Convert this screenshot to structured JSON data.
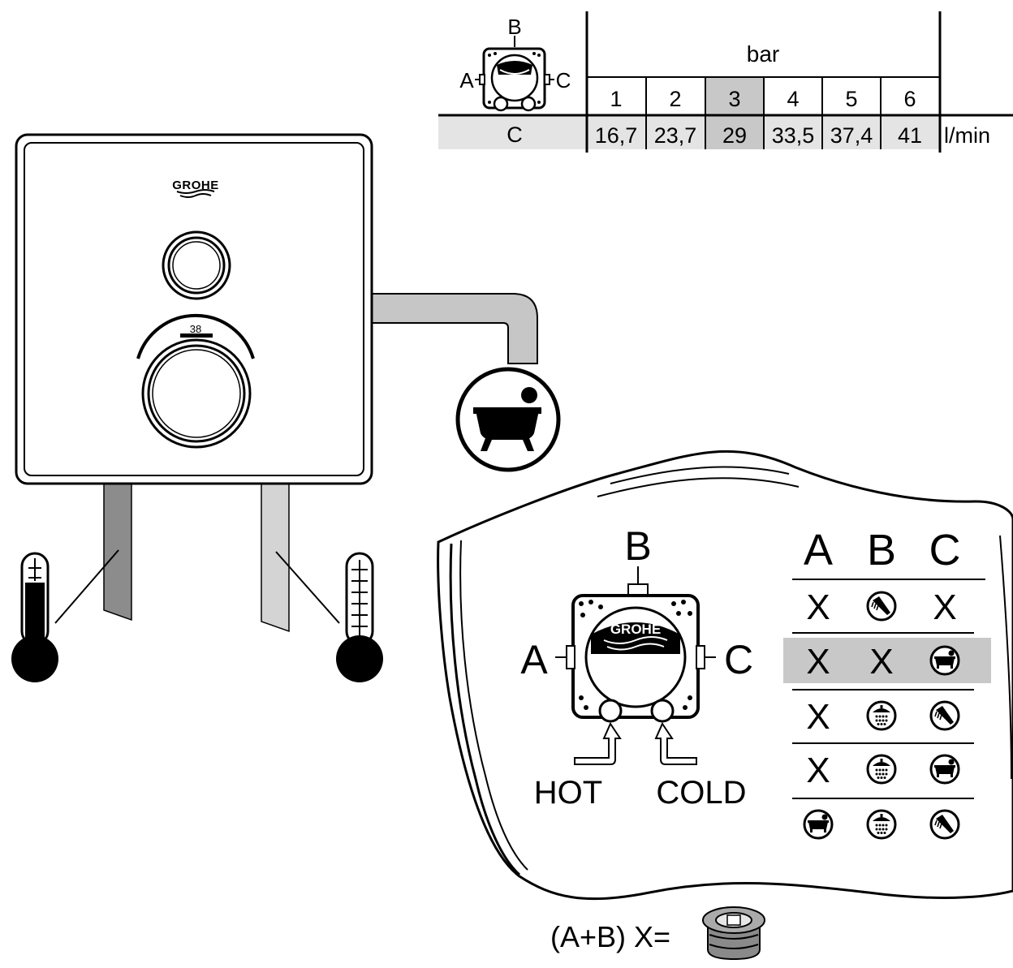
{
  "flow_table": {
    "outlet_label": "C",
    "legend_labels": {
      "top": "B",
      "left": "A",
      "right": "C"
    },
    "pressure_unit": "bar",
    "pressures": [
      "1",
      "2",
      "3",
      "4",
      "5",
      "6"
    ],
    "flow_rates": [
      "16,7",
      "23,7",
      "29",
      "33,5",
      "37,4",
      "41"
    ],
    "flow_unit": "l/min",
    "highlighted_pressure": "3",
    "highlight_color": "#c8c8c8",
    "row_color": "#e4e4e4"
  },
  "panel": {
    "brand": "GROHE",
    "dial_value": "38",
    "outlet_icon": "bathtub-icon"
  },
  "thermometers": {
    "hot_icon": "hot-thermometer-icon",
    "cold_icon": "cold-thermometer-icon"
  },
  "detail": {
    "body_labels": {
      "top": "B",
      "left": "A",
      "right": "C"
    },
    "body_brand": "GROHE",
    "inlet_hot": "HOT",
    "inlet_cold": "COLD",
    "matrix_headers": [
      "A",
      "B",
      "C"
    ],
    "matrix_rows": [
      [
        "X",
        "hand-shower-icon",
        "X"
      ],
      [
        "X",
        "X",
        "bathtub-icon"
      ],
      [
        "X",
        "head-shower-icon",
        "hand-shower-icon"
      ],
      [
        "X",
        "head-shower-icon",
        "bathtub-icon"
      ],
      [
        "bathtub-icon",
        "head-shower-icon",
        "hand-shower-icon"
      ]
    ],
    "highlighted_row": 2
  },
  "plug_note": {
    "text": "(A+B) X=",
    "icon": "blanking-plug-icon"
  }
}
